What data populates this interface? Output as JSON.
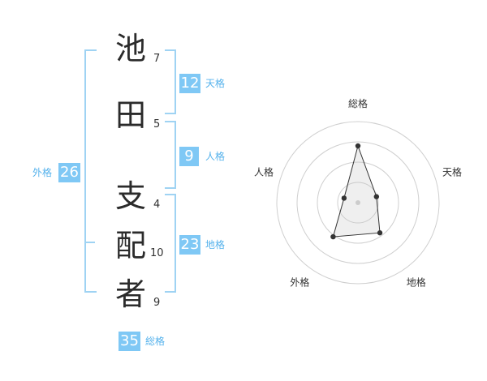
{
  "characters": [
    {
      "char": "池",
      "strokes": "7"
    },
    {
      "char": "田",
      "strokes": "5"
    },
    {
      "char": "支",
      "strokes": "4"
    },
    {
      "char": "配",
      "strokes": "10"
    },
    {
      "char": "者",
      "strokes": "9"
    }
  ],
  "fortunes": {
    "tenkaku": {
      "value": "12",
      "label": "天格"
    },
    "jinkaku": {
      "value": "9",
      "label": "人格"
    },
    "chikaku": {
      "value": "23",
      "label": "地格"
    },
    "gaikaku": {
      "value": "26",
      "label": "外格"
    },
    "soukaku": {
      "value": "35",
      "label": "総格"
    }
  },
  "chart_data": {
    "type": "radar",
    "axes": [
      "総格",
      "天格",
      "地格",
      "外格",
      "人格"
    ],
    "values": [
      35,
      12,
      23,
      26,
      9
    ],
    "colors": {
      "accent": "#7fc8f5",
      "accent_text": "#55b2ec",
      "bracket": "#9fd3f3"
    }
  }
}
